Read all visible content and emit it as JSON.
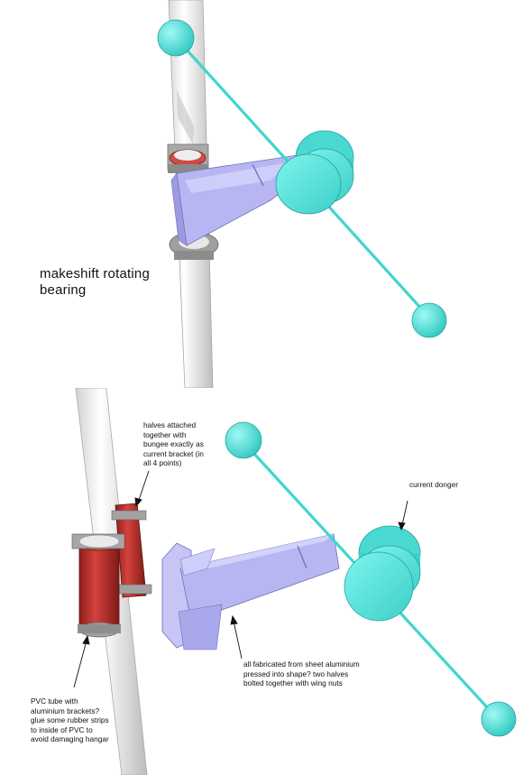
{
  "top_panel": {
    "caption": "makeshift rotating\nbearing"
  },
  "bottom_panel": {
    "annotations": {
      "halves": "halves attached\ntogether with\nbungee exactly as\ncurrent bracket (in\nall 4 points)",
      "current_donger": "current donger",
      "fabricated": "all fabricated from sheet aluminium\npressed into shape? two halves\nbolted together with wing nuts",
      "pvc_tube": "PVC tube with\naluminium brackets?\nglue some rubber strips\nto inside of PVC to\navoid damaging hangar"
    }
  },
  "colors": {
    "pole": "#f1f1f1",
    "pole_shadow": "#b9b9b9",
    "pvc_tube": "#c83a36",
    "bracket": "#b7b6f2",
    "bracket_dark": "#7d7cc4",
    "weight": "#59e6df",
    "weight_dark": "#2fb9b3",
    "collar": "#9c9c9c"
  }
}
